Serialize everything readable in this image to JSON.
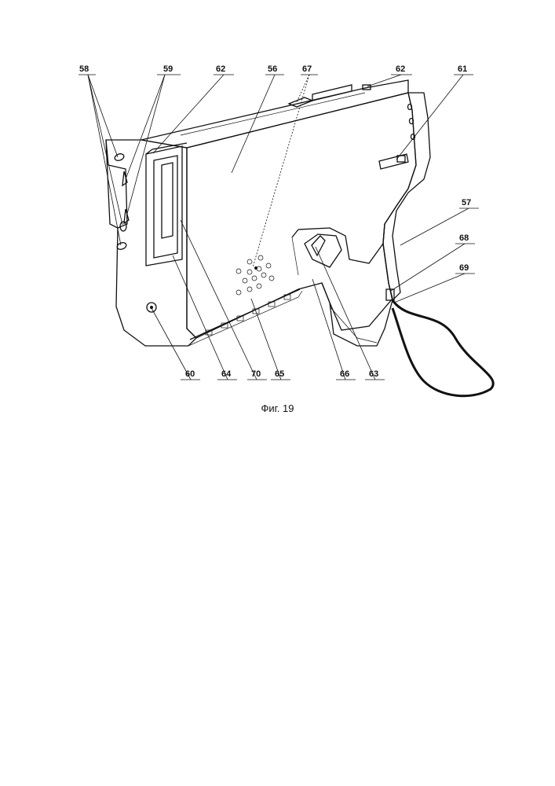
{
  "figure": {
    "caption": "Фиг. 19",
    "labels": {
      "l58": "58",
      "l59": "59",
      "l62a": "62",
      "l56": "56",
      "l67": "67",
      "l62b": "62",
      "l61": "61",
      "l57": "57",
      "l68": "68",
      "l69": "69",
      "l60": "60",
      "l64": "64",
      "l70": "70",
      "l65": "65",
      "l66": "66",
      "l63": "63"
    }
  }
}
